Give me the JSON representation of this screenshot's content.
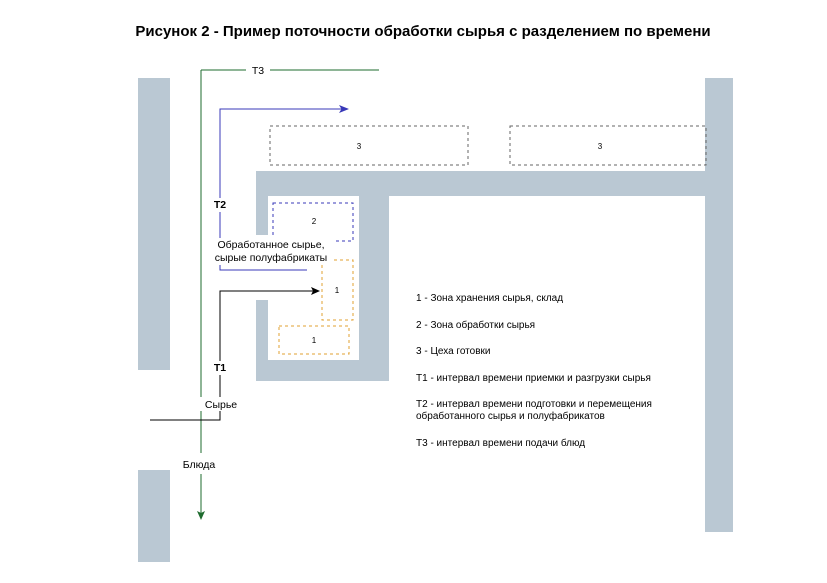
{
  "title": "Рисунок 2  - Пример поточности обработки сырья с разделением по времени",
  "labels": {
    "t3": "Т3",
    "t2": "Т2",
    "t1": "Т1",
    "processed_line1": "Обработанное сырье,",
    "processed_line2": "сырые полуфабрикаты",
    "raw": "Сырье",
    "dishes": "Блюда"
  },
  "zones": {
    "shop_left": "3",
    "shop_right": "3",
    "processing": "2",
    "storage_upper": "1",
    "storage_lower": "1"
  },
  "legend": {
    "item1": "1 - Зона хранения сырья, склад",
    "item2": "2 - Зона обработки сырья",
    "item3": "3 - Цеха готовки",
    "item4": "Т1 - интервал времени приемки и разгрузки сырья",
    "item5_line1": "Т2 - интервал времени подготовки и перемещения",
    "item5_line2": "обработанного сырья и полуфабрикатов",
    "item6": "Т3 - интервал времени подачи блюд"
  },
  "colors": {
    "wall": "#bac8d3",
    "t3_arrow": "#1e6b2e",
    "t2_arrow": "#3838b8",
    "t1_arrow": "#000000",
    "zone_gray_border": "#666666",
    "zone_blue_border": "#3838b8",
    "zone_orange_border": "#e0a030"
  }
}
